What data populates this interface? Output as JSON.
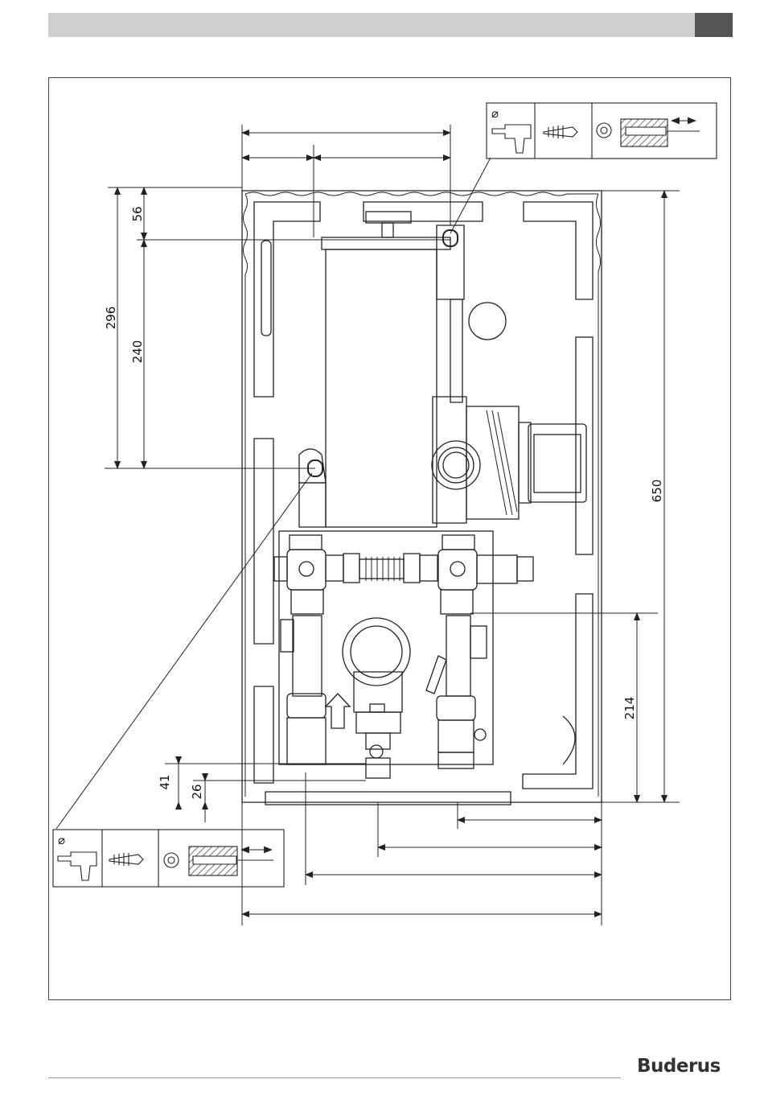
{
  "brand": {
    "logo_text": "Buderus"
  },
  "drawing": {
    "dimensions": {
      "d56": "56",
      "d296": "296",
      "d240": "240",
      "d650": "650",
      "d214": "214",
      "d41": "41",
      "d26": "26"
    },
    "detail_symbol": "⌀"
  },
  "colors": {
    "header": "#cfcfcf",
    "header_tab": "#555555",
    "line": "#222222"
  }
}
